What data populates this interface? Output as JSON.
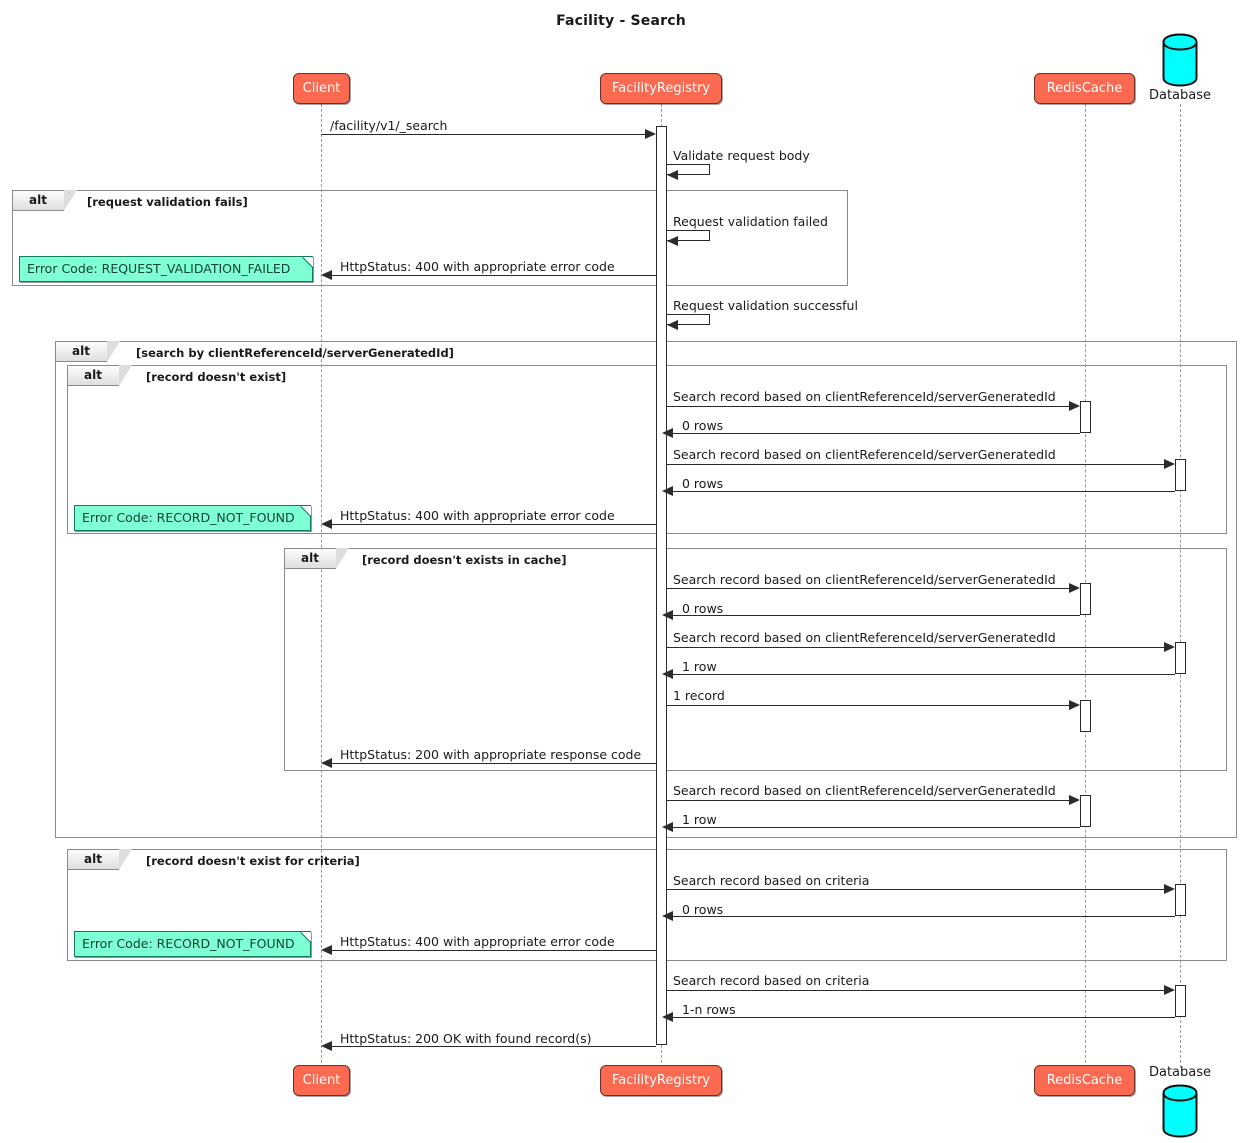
{
  "title": "Facility - Search",
  "colors": {
    "participant_fill": "#FB6A50",
    "participant_border": "#6b3027",
    "note_fill": "#7FFFD4",
    "note_border": "#117a56",
    "database_fill": "#00FFFF",
    "lifeline": "#9b9b9b",
    "frame_border": "#8a8a8a",
    "arrow": "#2b2b2b"
  },
  "participants": [
    {
      "name": "Client",
      "label": "Client",
      "type": "box"
    },
    {
      "name": "FacilityRegistry",
      "label": "FacilityRegistry",
      "type": "box"
    },
    {
      "name": "RedisCache",
      "label": "RedisCache",
      "type": "box"
    },
    {
      "name": "Database",
      "label": "Database",
      "type": "database"
    }
  ],
  "frames": [
    {
      "keyword": "alt",
      "condition": "[request validation fails]"
    },
    {
      "keyword": "alt",
      "condition": "[search by clientReferenceId/serverGeneratedId]"
    },
    {
      "keyword": "alt",
      "condition": "[record doesn't exist]"
    },
    {
      "keyword": "alt",
      "condition": "[record doesn't exists in cache]"
    },
    {
      "keyword": "alt",
      "condition": "[record doesn't exist for criteria]"
    }
  ],
  "messages": [
    {
      "id": "m1",
      "label": "/facility/v1/_search",
      "from": "Client",
      "to": "FacilityRegistry",
      "dir": "right"
    },
    {
      "id": "m2",
      "label": "Validate request body",
      "from": "FacilityRegistry",
      "to": "FacilityRegistry",
      "dir": "self"
    },
    {
      "id": "m3",
      "label": "Request validation failed",
      "from": "FacilityRegistry",
      "to": "FacilityRegistry",
      "dir": "self"
    },
    {
      "id": "m4",
      "label": "HttpStatus: 400 with appropriate error code",
      "from": "FacilityRegistry",
      "to": "Client",
      "dir": "left"
    },
    {
      "id": "m5",
      "label": "Request validation successful",
      "from": "FacilityRegistry",
      "to": "FacilityRegistry",
      "dir": "self"
    },
    {
      "id": "m6",
      "label": "Search record based on clientReferenceId/serverGeneratedId",
      "from": "FacilityRegistry",
      "to": "RedisCache",
      "dir": "right"
    },
    {
      "id": "m7",
      "label": "0 rows",
      "from": "RedisCache",
      "to": "FacilityRegistry",
      "dir": "left"
    },
    {
      "id": "m8",
      "label": "Search record based on clientReferenceId/serverGeneratedId",
      "from": "FacilityRegistry",
      "to": "Database",
      "dir": "right"
    },
    {
      "id": "m9",
      "label": "0 rows",
      "from": "Database",
      "to": "FacilityRegistry",
      "dir": "left"
    },
    {
      "id": "m10",
      "label": "HttpStatus: 400 with appropriate error code",
      "from": "FacilityRegistry",
      "to": "Client",
      "dir": "left"
    },
    {
      "id": "m11",
      "label": "Search record based on clientReferenceId/serverGeneratedId",
      "from": "FacilityRegistry",
      "to": "RedisCache",
      "dir": "right"
    },
    {
      "id": "m12",
      "label": "0 rows",
      "from": "RedisCache",
      "to": "FacilityRegistry",
      "dir": "left"
    },
    {
      "id": "m13",
      "label": "Search record based on clientReferenceId/serverGeneratedId",
      "from": "FacilityRegistry",
      "to": "Database",
      "dir": "right"
    },
    {
      "id": "m14",
      "label": "1 row",
      "from": "Database",
      "to": "FacilityRegistry",
      "dir": "left"
    },
    {
      "id": "m15",
      "label": "1 record",
      "from": "FacilityRegistry",
      "to": "RedisCache",
      "dir": "right"
    },
    {
      "id": "m16",
      "label": "HttpStatus: 200 with appropriate response code",
      "from": "FacilityRegistry",
      "to": "Client",
      "dir": "left"
    },
    {
      "id": "m17",
      "label": "Search record based on clientReferenceId/serverGeneratedId",
      "from": "FacilityRegistry",
      "to": "RedisCache",
      "dir": "right"
    },
    {
      "id": "m18",
      "label": "1 row",
      "from": "RedisCache",
      "to": "FacilityRegistry",
      "dir": "left"
    },
    {
      "id": "m19",
      "label": "Search record based on criteria",
      "from": "FacilityRegistry",
      "to": "Database",
      "dir": "right"
    },
    {
      "id": "m20",
      "label": "0 rows",
      "from": "Database",
      "to": "FacilityRegistry",
      "dir": "left"
    },
    {
      "id": "m21",
      "label": "HttpStatus: 400 with appropriate error code",
      "from": "FacilityRegistry",
      "to": "Client",
      "dir": "left"
    },
    {
      "id": "m22",
      "label": "Search record based on criteria",
      "from": "FacilityRegistry",
      "to": "Database",
      "dir": "right"
    },
    {
      "id": "m23",
      "label": "1-n rows",
      "from": "Database",
      "to": "FacilityRegistry",
      "dir": "left"
    },
    {
      "id": "m24",
      "label": "HttpStatus: 200 OK with found record(s)",
      "from": "FacilityRegistry",
      "to": "Client",
      "dir": "left"
    }
  ],
  "notes": [
    {
      "id": "n1",
      "text": "Error Code: REQUEST_VALIDATION_FAILED"
    },
    {
      "id": "n2",
      "text": "Error Code: RECORD_NOT_FOUND"
    },
    {
      "id": "n3",
      "text": "Error Code: RECORD_NOT_FOUND"
    }
  ]
}
